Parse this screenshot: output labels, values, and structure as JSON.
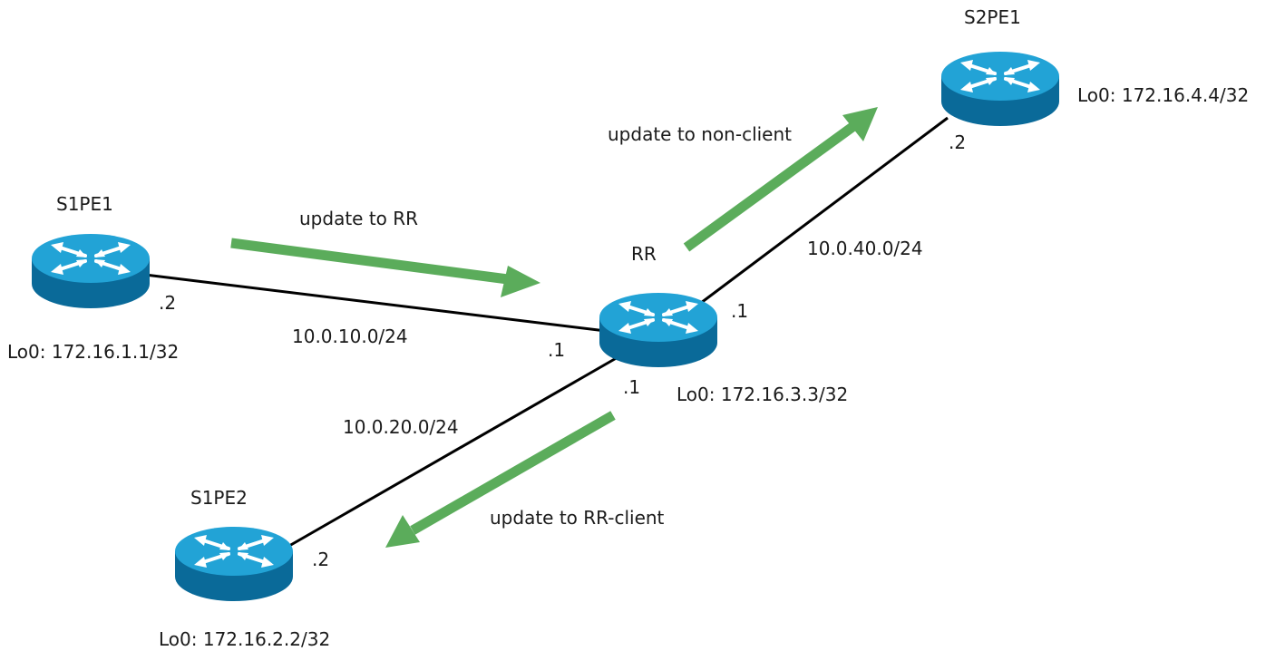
{
  "colors": {
    "link": "#000000",
    "arrow": "#5bac5b",
    "router_top": "#22a3d6",
    "router_side": "#0a6a99",
    "router_icon": "#ffffff"
  },
  "icons": {
    "router": "router-icon"
  },
  "routers": {
    "s1pe1": {
      "name": "S1PE1",
      "loopback": "Lo0: 172.16.1.1/32"
    },
    "s1pe2": {
      "name": "S1PE2",
      "loopback": "Lo0: 172.16.2.2/32"
    },
    "rr": {
      "name": "RR",
      "loopback": "Lo0: 172.16.3.3/32"
    },
    "s2pe1": {
      "name": "S2PE1",
      "loopback": "Lo0: 172.16.4.4/32"
    }
  },
  "links": {
    "rr_s1pe1": {
      "subnet": "10.0.10.0/24",
      "rr_host": ".1",
      "peer_host": ".2"
    },
    "rr_s1pe2": {
      "subnet": "10.0.20.0/24",
      "rr_host": ".1",
      "peer_host": ".2"
    },
    "rr_s2pe1": {
      "subnet": "10.0.40.0/24",
      "rr_host": ".1",
      "peer_host": ".2"
    }
  },
  "updates": {
    "to_rr": "update to RR",
    "to_non_client": "update to non-client",
    "to_rr_client": "update to RR-client"
  }
}
